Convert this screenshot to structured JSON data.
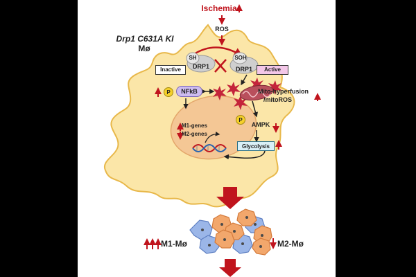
{
  "cell": {
    "title_line1": "Drp1 C631A KI",
    "title_line2": "Mø"
  },
  "stimulus": {
    "ischemia": "Ischemia",
    "ros": "ROS"
  },
  "drp1": {
    "inactive_state": "Inactive",
    "active_state": "Active",
    "protein": "DRP1",
    "reduced_group": "SH",
    "oxidized_group": "SOH"
  },
  "signaling": {
    "phospho": "P",
    "nfkb": "NFkB",
    "mito_line1": "Mito-hyperfusion",
    "mito_line2": "/mitoROS",
    "ampk": "AMPK",
    "glycolysis": "Glycolysis"
  },
  "nucleus": {
    "gene1": "M1-genes",
    "gene2": "M2-genes"
  },
  "outcome": {
    "m1": "M1-Mø",
    "m2": "M2-Mø"
  },
  "colors": {
    "cell_fill": "#fbe6a8",
    "cell_stroke": "#e8b84a",
    "nucleus_fill": "#f4c795",
    "accent_red": "#c0141d",
    "active_box": "#f3c7e8",
    "glyco_box": "#d9f0f7",
    "mito": "#b94f5c",
    "m1_cell": "#f2a76c",
    "m2_cell": "#9bb6e8"
  }
}
